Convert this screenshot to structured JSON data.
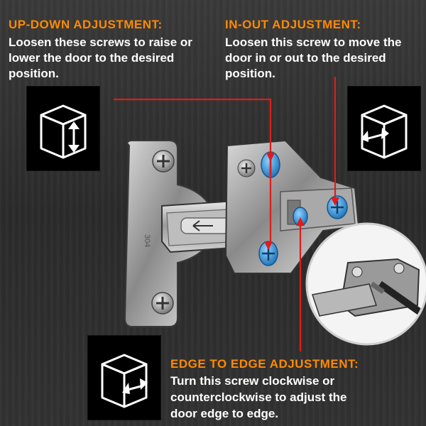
{
  "up_down": {
    "heading": "UP-DOWN ADJUSTMENT:",
    "text_line1": "Loosen these screws to raise or",
    "text_line2": "lower the door to the desired",
    "text_line3": "position."
  },
  "in_out": {
    "heading": "IN-OUT ADJUSTMENT:",
    "text_line1": "Loosen this screw to move the",
    "text_line2": "door in or out to the desired",
    "text_line3": "position."
  },
  "edge_to_edge": {
    "heading": "EDGE TO EDGE ADJUSTMENT:",
    "text_line1": "Turn this screw clockwise or",
    "text_line2": "counterclockwise to adjust the",
    "text_line3": "door edge to edge."
  },
  "hinge_stamp": "304",
  "colors": {
    "accent_orange": "#ff8a00",
    "callout_red": "#e11b1b",
    "screw_blue": "#3aa7e0",
    "background": "#2f2f2f"
  },
  "icons": [
    "up-down-cube-icon",
    "in-out-cube-icon",
    "edge-to-edge-cube-icon"
  ]
}
